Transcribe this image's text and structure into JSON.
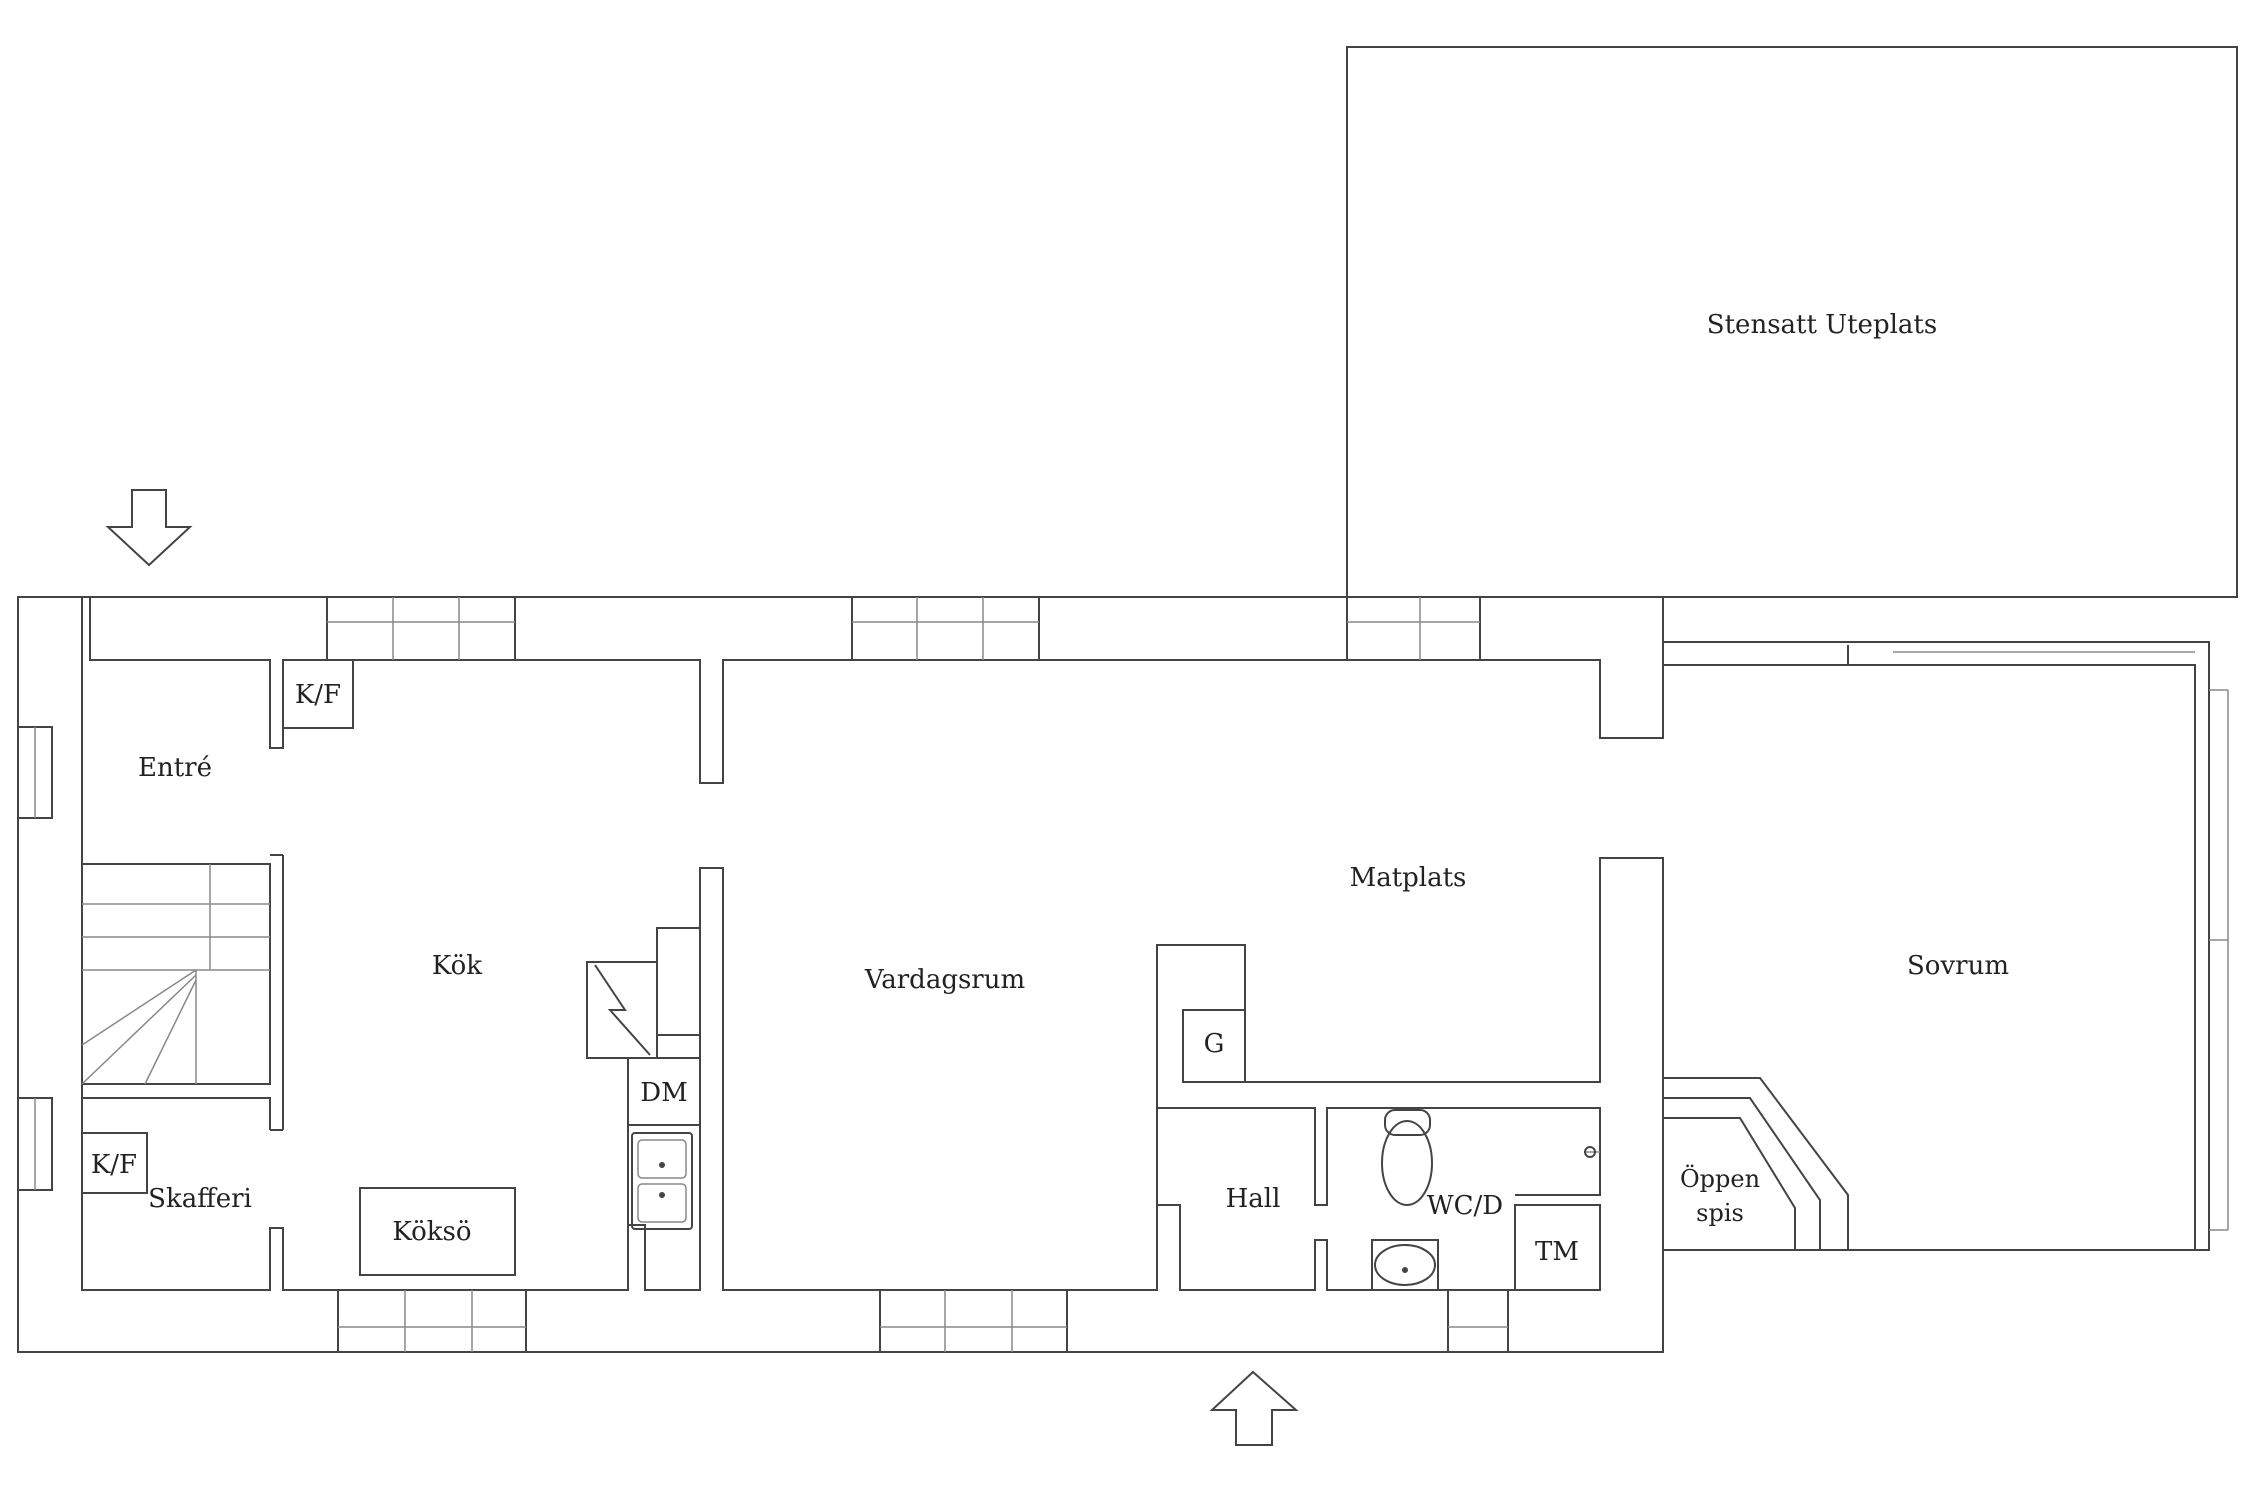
{
  "rooms": {
    "patio": "Stensatt Uteplats",
    "entre": "Entré",
    "kok": "Kök",
    "skafferi": "Skafferi",
    "koksö": "Köksö",
    "vardagsrum": "Vardagsrum",
    "matplats": "Matplats",
    "hall": "Hall",
    "wcd": "WC/D",
    "sovrum": "Sovrum",
    "oppen_spis_1": "Öppen",
    "oppen_spis_2": "spis"
  },
  "fixtures": {
    "kf_top": "K/F",
    "kf_pantry": "K/F",
    "dm": "DM",
    "g": "G",
    "tm": "TM"
  }
}
